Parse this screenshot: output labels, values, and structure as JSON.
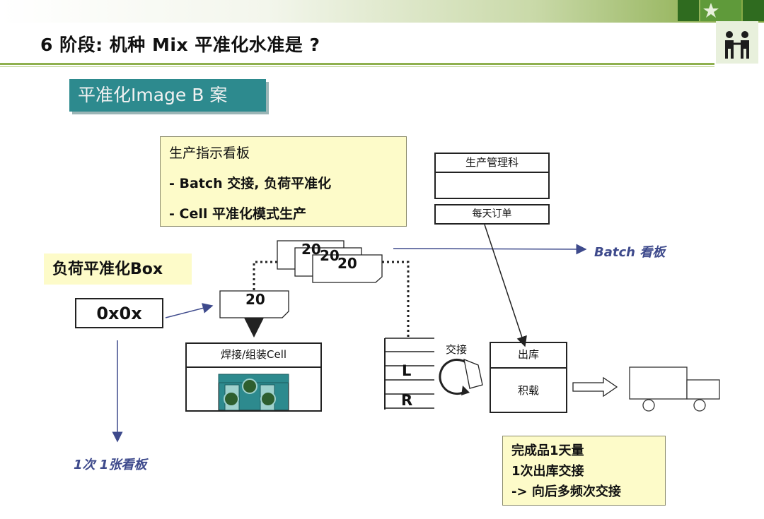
{
  "header": {
    "title": "6 阶段: 机种 Mix 平准化水准是 ?"
  },
  "section_label": "平准化Image   B 案",
  "instruction_box": {
    "title": "生产指示看板",
    "line1": "- Batch 交接, 负荷平准化",
    "line2": "- Cell 平准化模式生产"
  },
  "load_box": {
    "label": "负荷平准化Box",
    "value": "0x0x"
  },
  "kanban_cards": {
    "batch_stack": [
      "20",
      "20",
      "20"
    ],
    "single": "20"
  },
  "production_control": {
    "title": "生产管理科",
    "daily_order": "每天订单"
  },
  "batch_kanban_label": "Batch 看板",
  "cell": {
    "title": "焊接/组装Cell"
  },
  "rack": {
    "left_label": "L",
    "right_label": "R"
  },
  "exchange_label": "交接",
  "shipping": {
    "title": "出库",
    "loading": "积载"
  },
  "frequency_label": "1次  1张看板",
  "result_box": {
    "line1": "完成品1天量",
    "line2": "1次出库交接",
    "line3": "->  向后多频次交接"
  },
  "colors": {
    "teal_label": "#2d8a8e",
    "note_yellow": "#fdfbc9",
    "accent_green": "#8fb04f",
    "arrow_blue": "#3e4a8c"
  }
}
